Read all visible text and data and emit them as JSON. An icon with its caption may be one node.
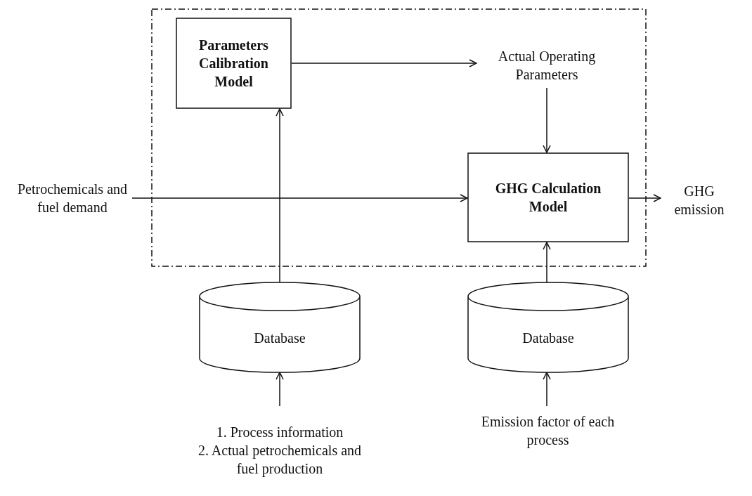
{
  "diagram": {
    "nodes": [
      {
        "text": [],
        "shape": "box"
      },
      {
        "text": [
          "Parameters Calibration Model"
        ],
        "in": 0
      },
      {
        "text": [
          "Actual Operating Parameters"
        ],
        "in": 0
      },
      {
        "text": [
          "GHG Calculation Model"
        ],
        "in": 0
      },
      {
        "text": [
          "Petrochemicals and fuel demand"
        ]
      },
      {
        "text": [
          "GHG emission"
        ]
      },
      {
        "text": [
          "Database"
        ]
      },
      {
        "text": [
          "Database"
        ]
      },
      {
        "text": [
          "1. Process information",
          "2. Actual petrochemicals and fuel production"
        ]
      },
      {
        "text": [
          "Emission factor of each process"
        ]
      }
    ],
    "edges": [
      {
        "from": 1,
        "to": 2,
        "arrow": "to"
      },
      {
        "from": 2,
        "to": 3,
        "arrow": "to"
      },
      {
        "from": 4,
        "to": 3,
        "arrow": "to"
      },
      {
        "from": 3,
        "to": 5,
        "arrow": "to"
      },
      {
        "from": 6,
        "to": 1,
        "arrow": "to"
      },
      {
        "from": 7,
        "to": 3,
        "arrow": "to"
      },
      {
        "from": 8,
        "to": 6,
        "arrow": "to"
      },
      {
        "from": 9,
        "to": 7,
        "arrow": "to"
      }
    ]
  }
}
